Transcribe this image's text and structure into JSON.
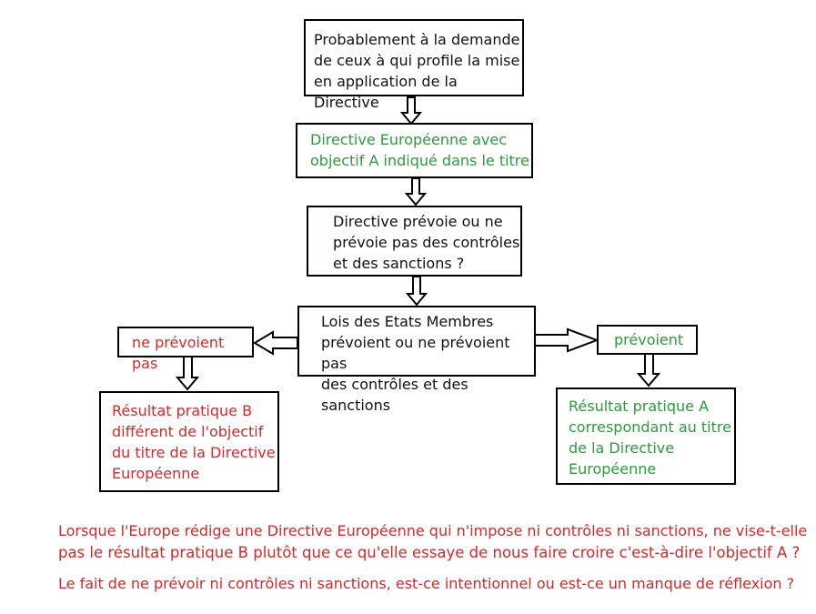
{
  "boxes": {
    "origin": [
      "Probablement à la demande",
      "de ceux à qui profile la mise",
      "en application de la Directive"
    ],
    "directive": [
      "Directive Européenne avec",
      "objectif A indiqué dans le titre"
    ],
    "question": [
      "Directive prévoie ou ne",
      "prévoie pas des contrôles",
      "et des sanctions ?"
    ],
    "member_laws": [
      "Lois des Etats Membres",
      "prévoient ou ne prévoient pas",
      "des contrôles et des sanctions"
    ],
    "no_provision": [
      "ne prévoient pas"
    ],
    "provision": [
      "prévoient"
    ],
    "result_b": [
      "Résultat pratique B",
      "différent de l'objectif",
      "du titre de la Directive",
      "Européenne"
    ],
    "result_a": [
      "Résultat pratique A",
      "correspondant au titre",
      "de la Directive",
      "Européenne"
    ]
  },
  "notes": {
    "q1_line1": "Lorsque l'Europe rédige une Directive Européenne qui n'impose ni contrôles ni sanctions, ne vise-t-elle",
    "q1_line2": "pas le résultat pratique B plutôt que ce qu'elle essaye de nous faire croire c'est-à-dire l'objectif A ?",
    "q2": "Le fait de ne prévoir ni contrôles ni sanctions, est-ce intentionnel ou est-ce un manque de réflexion ?"
  },
  "colors": {
    "black": "#111111",
    "green": "#2e9a3e",
    "red": "#d02a2a"
  }
}
